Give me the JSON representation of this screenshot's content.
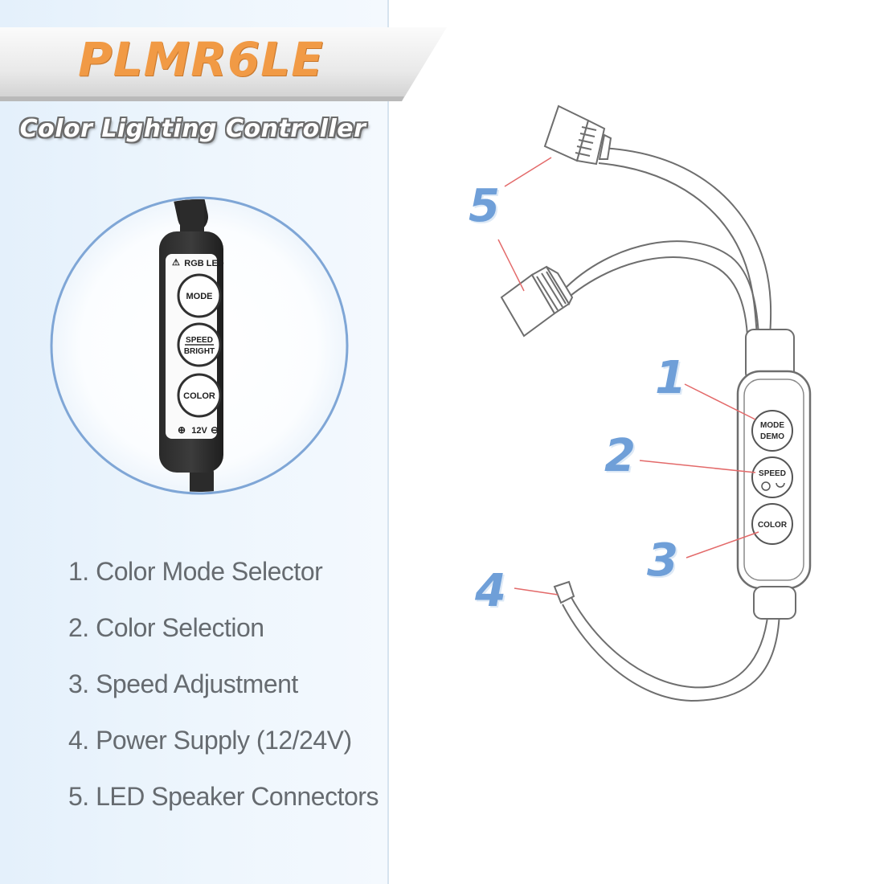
{
  "product": {
    "model": "PLMR6LE",
    "subtitle": "Color Lighting Controller"
  },
  "colors": {
    "title_orange": "#f19a45",
    "callout_blue": "#6f9fd8",
    "leader_red": "#e36a6a",
    "panel_blue": "#e8f2fc"
  },
  "closeup_remote": {
    "badge": "RGB LED",
    "buttons": [
      "MODE",
      "SPEED",
      "BRIGHT",
      "COLOR"
    ],
    "power_label": "12V"
  },
  "diagram_remote": {
    "buttons": [
      "MODE",
      "DEMO",
      "SPEED",
      "COLOR"
    ]
  },
  "callouts": [
    "1",
    "2",
    "3",
    "4",
    "5"
  ],
  "features": [
    "1. Color Mode Selector",
    "2. Color Selection",
    "3. Speed Adjustment",
    "4. Power Supply (12/24V)",
    "5. LED Speaker Connectors"
  ]
}
